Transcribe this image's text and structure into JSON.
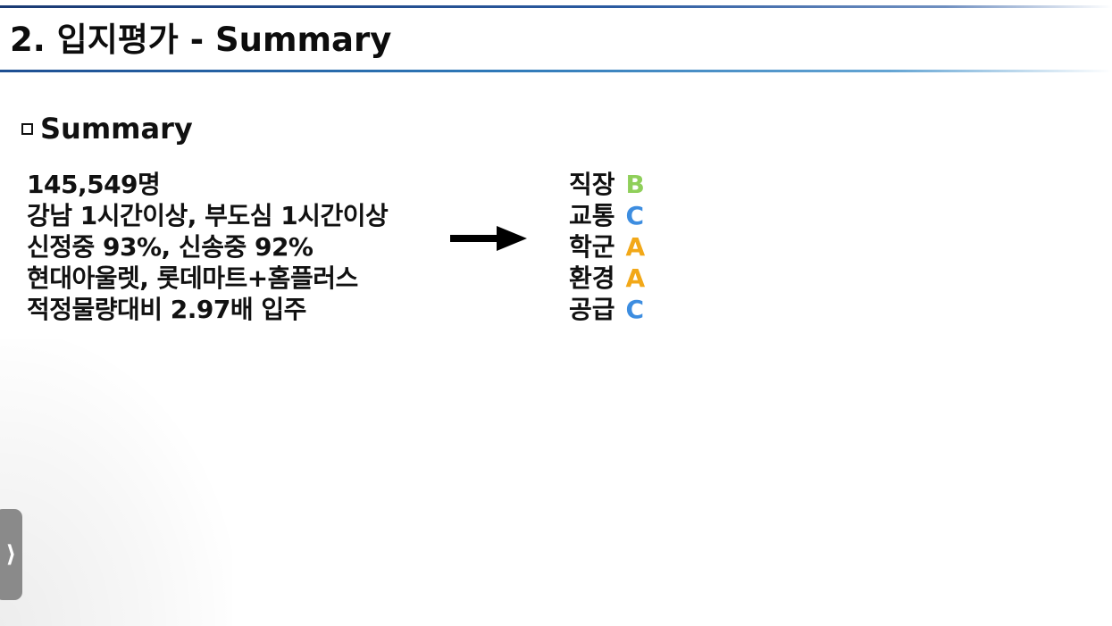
{
  "page": {
    "title": "2. 입지평가 - Summary"
  },
  "section": {
    "heading": "Summary"
  },
  "facts": [
    "145,549명",
    "강남 1시간이상, 부도심 1시간이상",
    "신정중 93%, 신송중 92%",
    "현대아울렛, 롯데마트+홈플러스",
    "적정물량대비 2.97배 입주"
  ],
  "ratings": [
    {
      "category": "직장",
      "grade": "B",
      "color": "#8fcf5a"
    },
    {
      "category": "교통",
      "grade": "C",
      "color": "#3d8de0"
    },
    {
      "category": "학군",
      "grade": "A",
      "color": "#f2a818"
    },
    {
      "category": "환경",
      "grade": "A",
      "color": "#f2a818"
    },
    {
      "category": "공급",
      "grade": "C",
      "color": "#3d8de0"
    }
  ],
  "icons": {
    "section_bullet": "square-bullet-icon",
    "arrow": "right-arrow-icon",
    "side_tab": "chevron-right-icon"
  }
}
